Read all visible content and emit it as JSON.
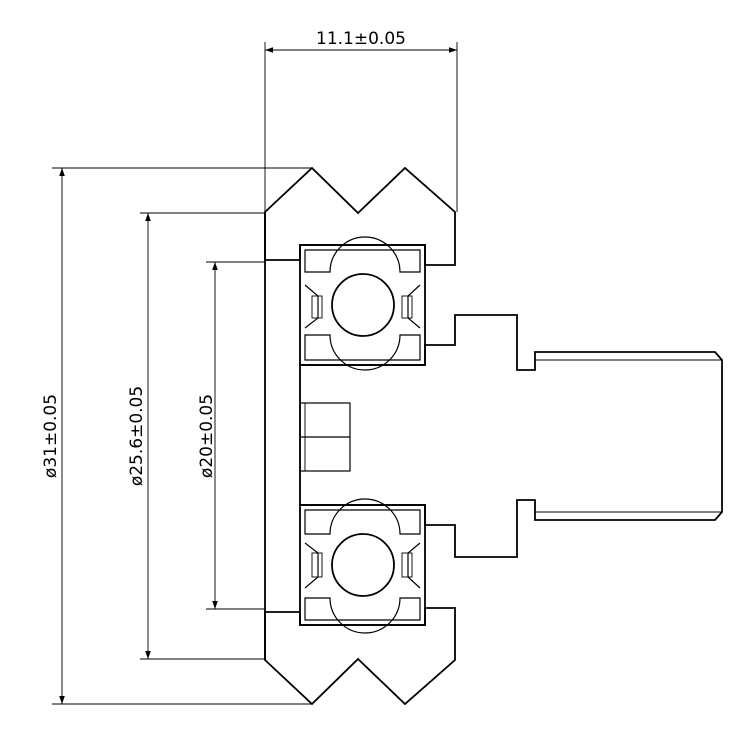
{
  "dimensions": {
    "width": "11.1±0.05",
    "outer_diameter": "ø31±0.05",
    "groove_diameter": "ø25.6±0.05",
    "bore_diameter": "ø20±0.05"
  },
  "colors": {
    "line": "#000000",
    "background": "#ffffff"
  }
}
